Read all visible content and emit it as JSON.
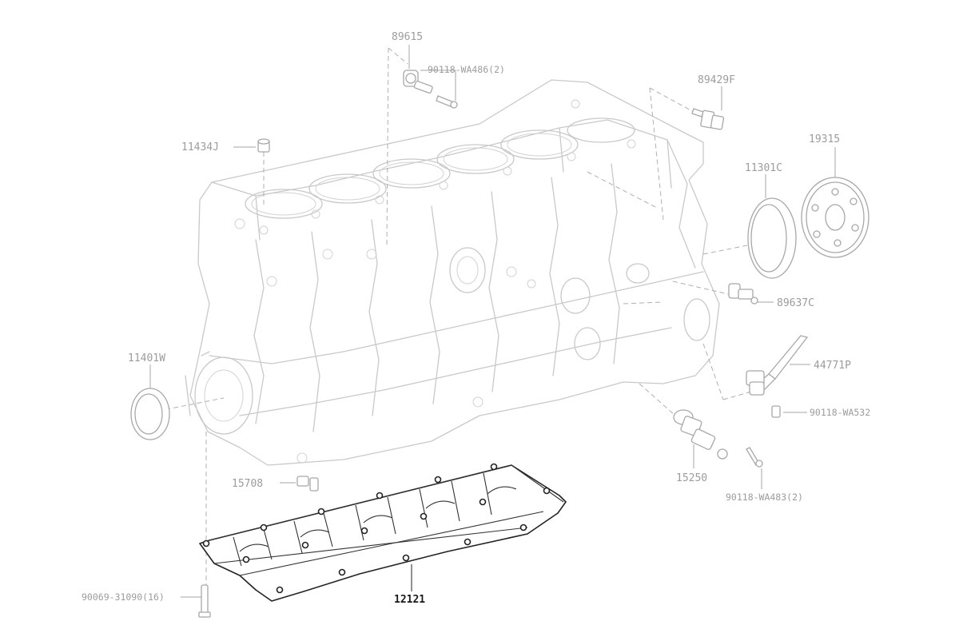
{
  "labels": {
    "p89615": "89615",
    "p90118_wa486": "90118-WA486(2)",
    "p89429f": "89429F",
    "p11434j": "11434J",
    "p19315": "19315",
    "p11301c": "11301C",
    "p89637c": "89637C",
    "p11401w": "11401W",
    "p44771p": "44771P",
    "p90118_wa532": "90118-WA532",
    "p15250": "15250",
    "p15708": "15708",
    "p90118_wa483": "90118-WA483(2)",
    "p90069_31090": "90069-31090(16)",
    "p12121": "12121"
  },
  "highlighted_part": "12121",
  "colors": {
    "background": "#ffffff",
    "ghost_line": "#c9c9c9",
    "label_text": "#9c9c9c",
    "highlight": "#1a1a1a"
  }
}
